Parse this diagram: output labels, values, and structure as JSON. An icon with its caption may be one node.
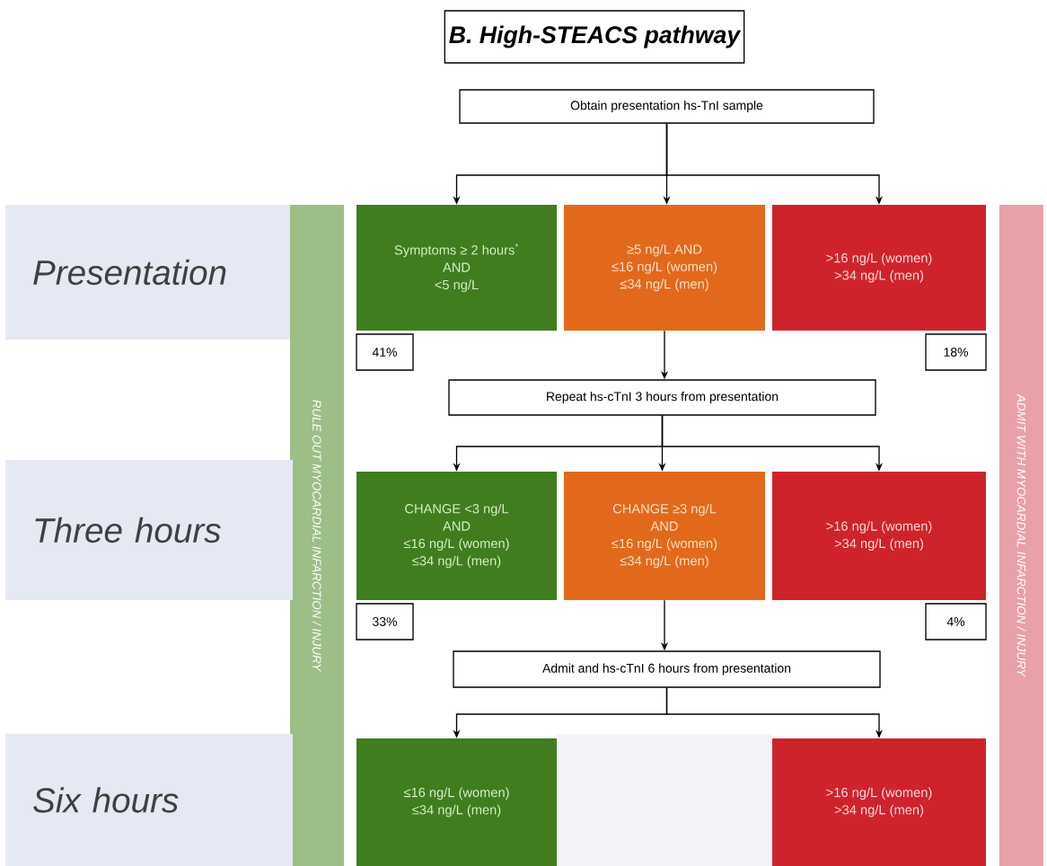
{
  "diagram": {
    "title": "B. High-STEACS pathway",
    "nodes": [
      {
        "text": [
          "Obtain presentation hs-TnI sample"
        ]
      },
      {
        "text": [
          "Presentation"
        ]
      },
      {
        "text": [
          "RULE OUT MYOCARDIAL INFARCTION / INJURY"
        ]
      },
      {
        "text": [
          "Symptoms ≥ 2 hours$^{*}$",
          "AND",
          "<5 ng/L"
        ]
      },
      {
        "text": [
          "≥5 ng/L AND",
          "≤16 ng/L (women)",
          "≤34 ng/L (men)"
        ]
      },
      {
        "text": [
          ">16 ng/L (women)",
          ">34 ng/L (men)"
        ]
      },
      {
        "text": [
          "ADMIT WITH MYOCARDIAL INFARCTION / INJURY"
        ]
      },
      {
        "text": [
          "41%"
        ]
      },
      {
        "text": [
          "18%"
        ]
      },
      {
        "text": [
          "Repeat hs-cTnI 3 hours from presentation"
        ]
      },
      {
        "text": [
          "Three hours"
        ]
      },
      {
        "text": [
          "CHANGE <3 ng/L",
          "AND",
          "≤16 ng/L (women)",
          "≤34 ng/L (men)"
        ]
      },
      {
        "text": [
          "CHANGE ≥3 ng/L",
          "AND",
          "≤16 ng/L (women)",
          "≤34 ng/L (men)"
        ]
      },
      {
        "text": [
          ">16 ng/L (women)",
          ">34 ng/L (men)"
        ]
      },
      {
        "text": [
          "33%"
        ]
      },
      {
        "text": [
          "4%"
        ]
      },
      {
        "text": [
          "Admit and hs-cTnI 6 hours from presentation"
        ]
      },
      {
        "text": [
          "Six hours"
        ]
      },
      {
        "text": [
          "≤16 ng/L (women)",
          "≤34 ng/L (men)"
        ]
      },
      {
        "text": [
          ">16 ng/L (women)",
          ">34 ng/L (men)"
        ]
      }
    ],
    "edges": [
      {
        "from": 0,
        "to": 3,
        "arrow": "to"
      },
      {
        "from": 0,
        "to": 4,
        "arrow": "to"
      },
      {
        "from": 0,
        "to": 5,
        "arrow": "to"
      },
      {
        "from": 4,
        "to": 9,
        "arrow": "to"
      },
      {
        "from": 9,
        "to": 11,
        "arrow": "to"
      },
      {
        "from": 9,
        "to": 12,
        "arrow": "to"
      },
      {
        "from": 9,
        "to": 13,
        "arrow": "to"
      },
      {
        "from": 12,
        "to": 16,
        "arrow": "to"
      },
      {
        "from": 16,
        "to": 18,
        "arrow": "to"
      },
      {
        "from": 16,
        "to": 19,
        "arrow": "to"
      }
    ]
  }
}
